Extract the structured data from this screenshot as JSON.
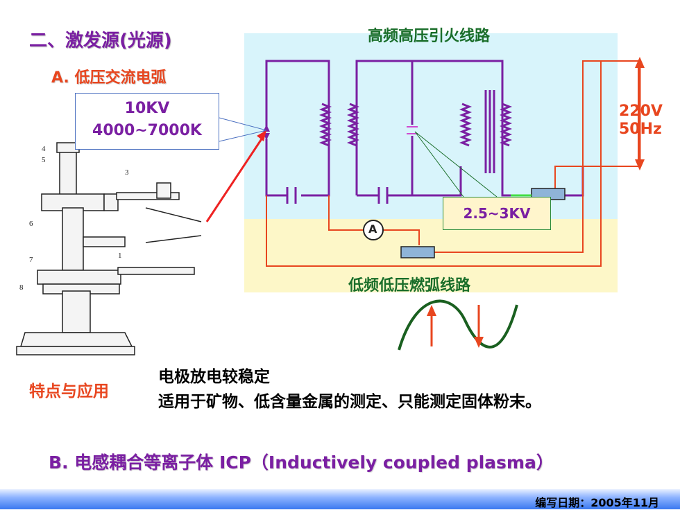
{
  "title": "二、激发源(光源)",
  "section_a": "A. 低压交流电弧",
  "callout": {
    "line1": "10KV",
    "line2": "4000~7000K"
  },
  "hf_title": "高频高压引火线路",
  "lf_title": "低频低压燃弧线路",
  "voltage": {
    "line1": "220V",
    "line2": "50Hz"
  },
  "kv_label": "2.5~3KV",
  "ammeter": "A",
  "apparatus_numbers": [
    "4",
    "5",
    "6",
    "7",
    "8",
    "3",
    "1"
  ],
  "features": {
    "label": "特点与应用",
    "line1": "电极放电较稳定",
    "line2": "适用于矿物、低含量金属的测定、只能测定固体粉末。"
  },
  "section_b": "B. 电感耦合等离子体 ICP（Inductively coupled plasma）",
  "footer": "编写日期：2005年11月",
  "colors": {
    "purple": "#7a1fa2",
    "orange": "#e8461f",
    "green": "#1a6e2a",
    "hf_bg": "#d8f4fb",
    "lf_bg": "#fdf7c8"
  }
}
